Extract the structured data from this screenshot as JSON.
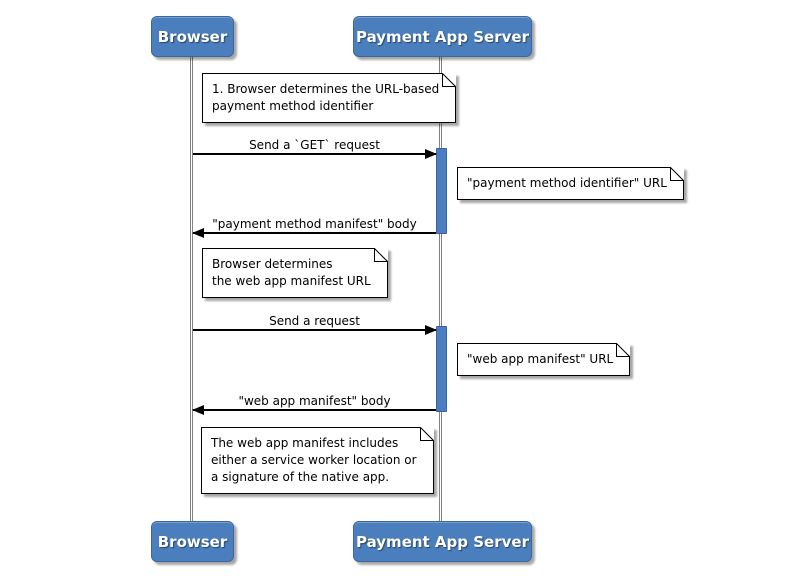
{
  "diagram": {
    "actors": [
      {
        "label": "Browser"
      },
      {
        "label": "Payment App Server"
      }
    ],
    "messages": [
      {
        "label": "Send a `GET` request",
        "direction": "right"
      },
      {
        "label": "\"payment method manifest\" body",
        "direction": "left"
      },
      {
        "label": "Send a request",
        "direction": "right"
      },
      {
        "label": "\"web app manifest\" body",
        "direction": "left"
      }
    ],
    "notes": [
      {
        "text": "1. Browser determines the URL-based\npayment method identifier"
      },
      {
        "text": "\"payment method identifier\" URL"
      },
      {
        "text": "Browser determines\nthe web app manifest URL"
      },
      {
        "text": "\"web app manifest\" URL"
      },
      {
        "text": "The web app manifest includes\neither a service worker location or\na signature of the native app."
      }
    ],
    "colors": {
      "actor_fill": "#4a7ebd",
      "actor_border": "#3b66a0",
      "activation_fill": "#4a7ebd",
      "lifeline": "#828282",
      "message_line": "#000000",
      "note_background": "#ffffff"
    }
  }
}
